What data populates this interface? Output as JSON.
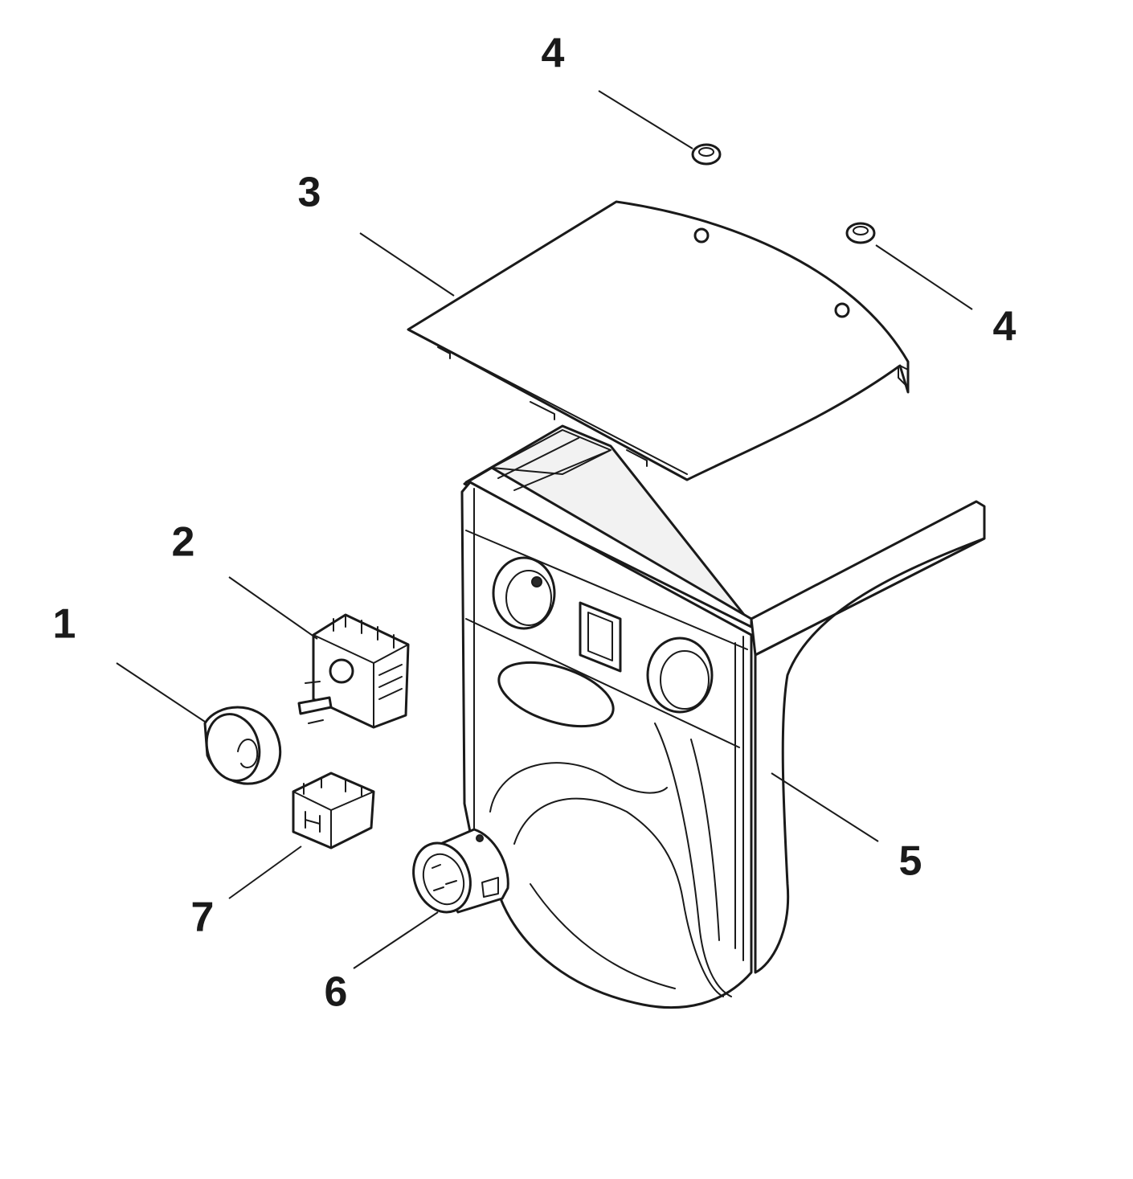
{
  "callouts": [
    {
      "id": "1",
      "label": "1",
      "part": "knob"
    },
    {
      "id": "2",
      "label": "2",
      "part": "rotary-switch"
    },
    {
      "id": "3",
      "label": "3",
      "part": "cover-plate"
    },
    {
      "id": "4a",
      "label": "4",
      "part": "screw"
    },
    {
      "id": "4b",
      "label": "4",
      "part": "screw"
    },
    {
      "id": "5",
      "label": "5",
      "part": "housing"
    },
    {
      "id": "6",
      "label": "6",
      "part": "power-socket"
    },
    {
      "id": "7",
      "label": "7",
      "part": "rocker-switch"
    }
  ]
}
